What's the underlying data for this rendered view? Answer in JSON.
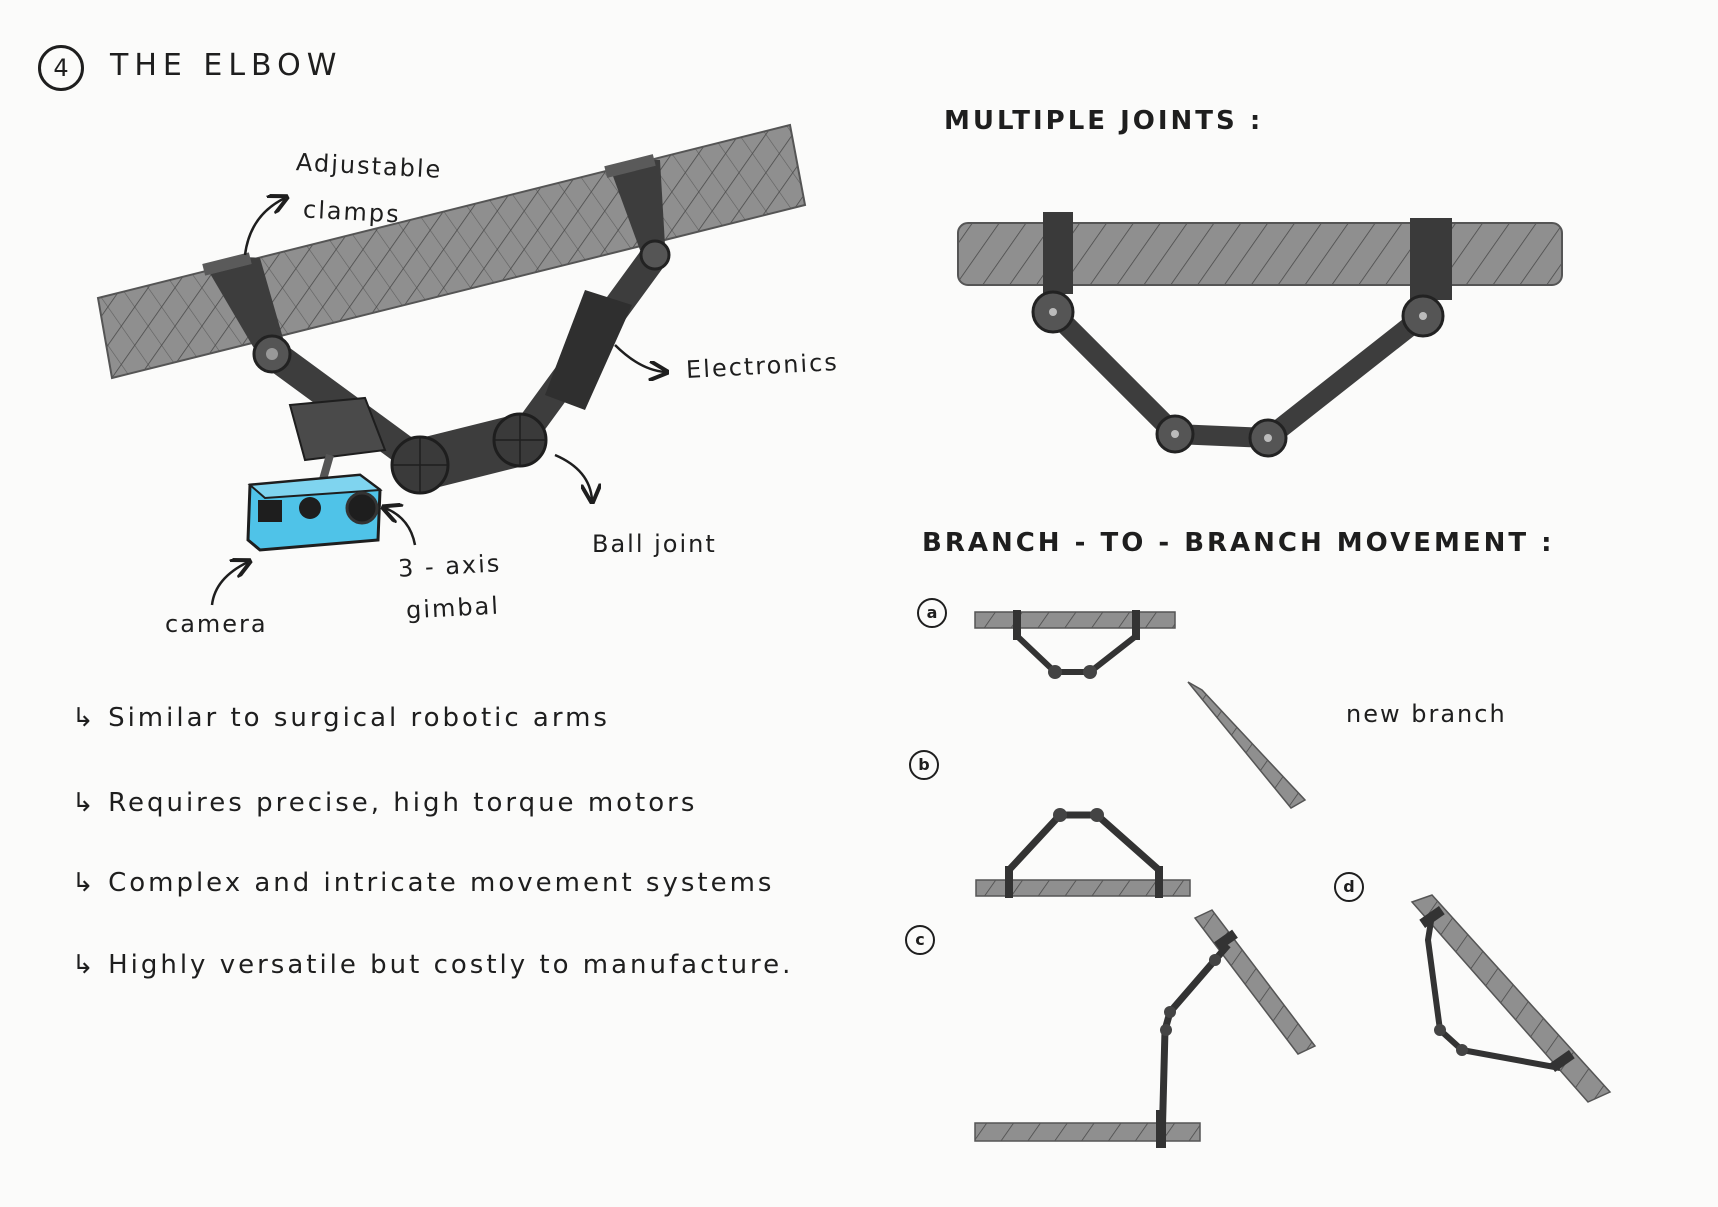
{
  "header": {
    "number": "4",
    "title": "THE ELBOW"
  },
  "labels": {
    "clamps_l1": "Adjustable",
    "clamps_l2": "clamps",
    "electronics": "Electronics",
    "ball_joint": "Ball joint",
    "gimbal_l1": "3 - axis",
    "gimbal_l2": "gimbal",
    "camera": "camera"
  },
  "bullets": [
    "Similar to surgical robotic arms",
    "Requires precise, high torque motors",
    "Complex and intricate movement systems",
    "Highly versatile but costly to manufacture."
  ],
  "multiple_joints": {
    "heading": "MULTIPLE JOINTS :"
  },
  "branch_to_branch": {
    "heading": "BRANCH - TO - BRANCH MOVEMENT :",
    "new_branch": "new branch",
    "steps": [
      "a",
      "b",
      "c",
      "d"
    ]
  },
  "colors": {
    "branch": "#8f8f8f",
    "arm": "#3d3d3d",
    "camera": "#4fc3e8",
    "ink": "#1e1e1e"
  }
}
